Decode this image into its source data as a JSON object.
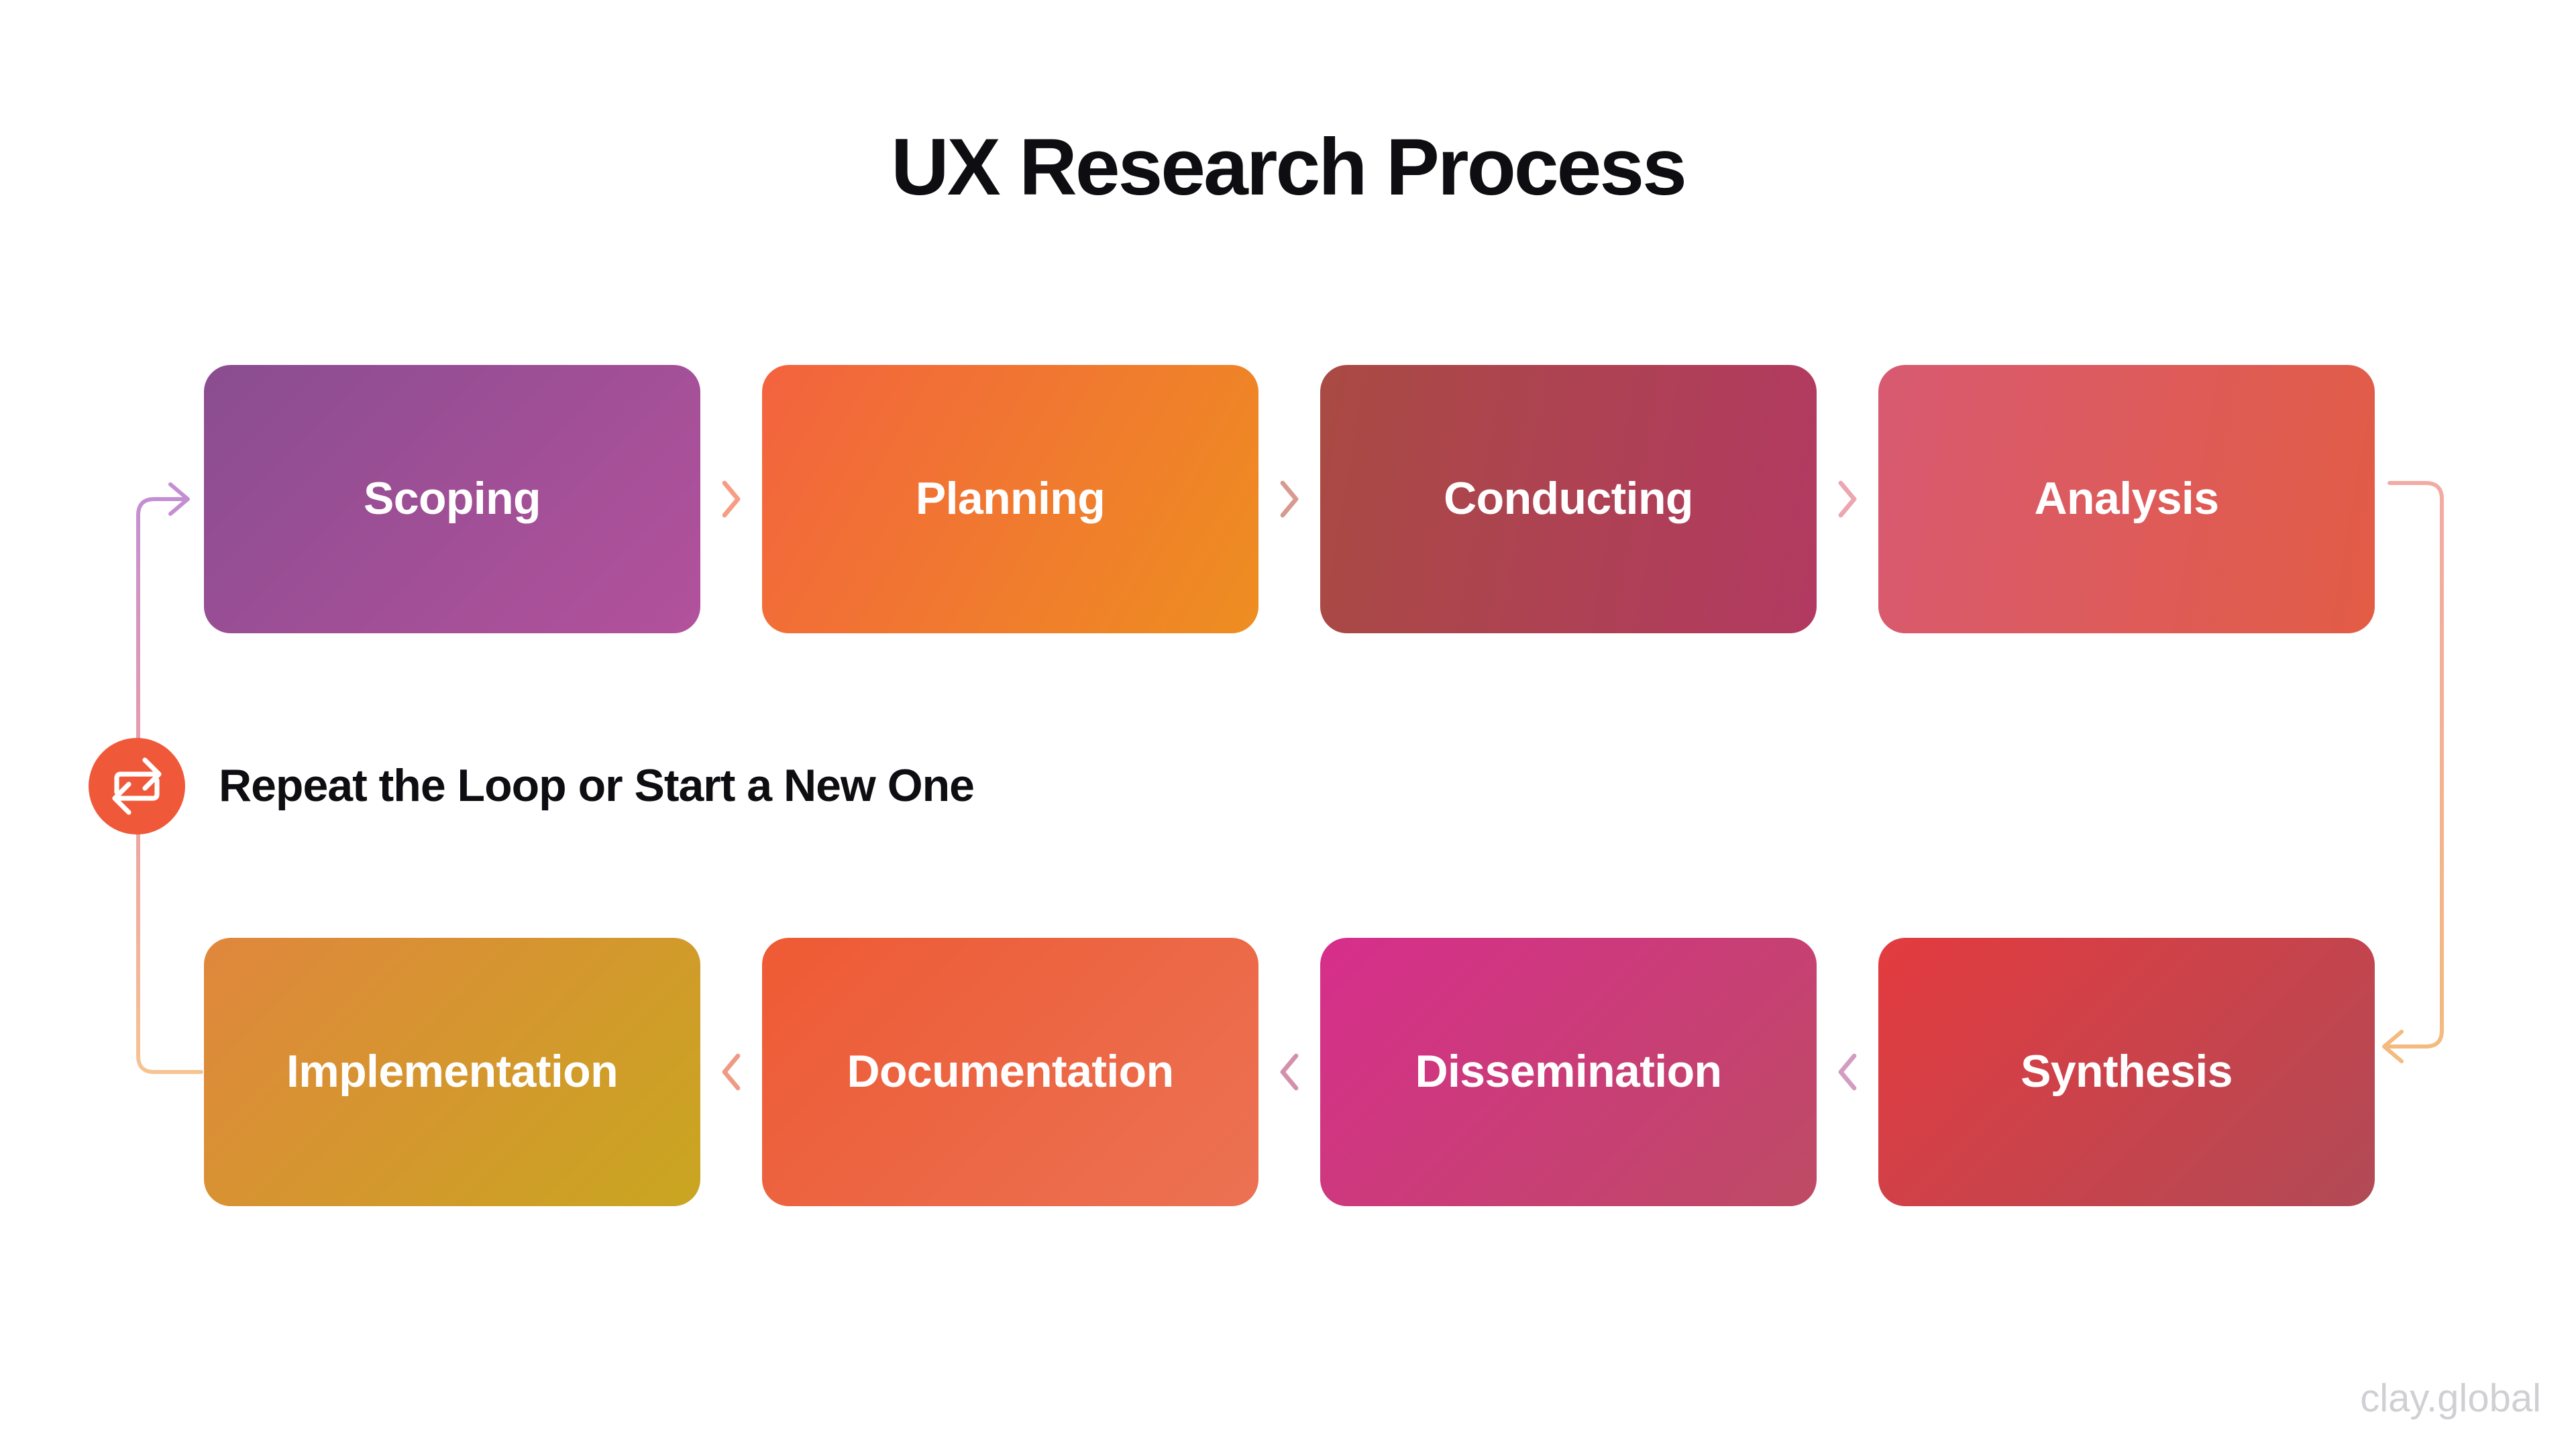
{
  "title": "UX Research Process",
  "loop": {
    "label": "Repeat the Loop or Start a New One",
    "icon": "repeat-icon",
    "circle_color": "#f0583a",
    "icon_color": "#ffffff"
  },
  "watermark": "clay.global",
  "colors": {
    "background": "#ffffff",
    "title_text": "#0e0e12",
    "box_text": "#ffffff",
    "watermark_text": "#d0d0d4",
    "left_connector": [
      "#c48fd2",
      "#ec9fa6",
      "#f6c493"
    ],
    "right_connector": [
      "#f2aba4",
      "#f4ba7e"
    ]
  },
  "rows": [
    {
      "flow": "left-to-right",
      "steps": [
        {
          "label": "Scoping",
          "gradient": [
            "#8a4d90",
            "#b3519c"
          ],
          "angle": "135deg"
        },
        {
          "label": "Planning",
          "gradient": [
            "#f3633f",
            "#ee8e20"
          ],
          "angle": "120deg"
        },
        {
          "label": "Conducting",
          "gradient": [
            "#a94a43",
            "#b23a62"
          ],
          "angle": "100deg"
        },
        {
          "label": "Analysis",
          "gradient": [
            "#d85a71",
            "#e25c45"
          ],
          "angle": "100deg"
        }
      ],
      "chevron_colors": [
        "#f79c85",
        "#d89a90",
        "#eba6b0"
      ]
    },
    {
      "flow": "right-to-left",
      "steps": [
        {
          "label": "Implementation",
          "gradient": [
            "#e0873d",
            "#c9a620"
          ],
          "angle": "135deg"
        },
        {
          "label": "Documentation",
          "gradient": [
            "#ee5a34",
            "#eb7253"
          ],
          "angle": "135deg"
        },
        {
          "label": "Dissemination",
          "gradient": [
            "#d72e8c",
            "#bd4b64"
          ],
          "angle": "135deg"
        },
        {
          "label": "Synthesis",
          "gradient": [
            "#e33b3f",
            "#b14a56"
          ],
          "angle": "135deg"
        }
      ],
      "chevron_colors": [
        "#ef9b84",
        "#d490ab",
        "#d49cc0"
      ]
    }
  ]
}
